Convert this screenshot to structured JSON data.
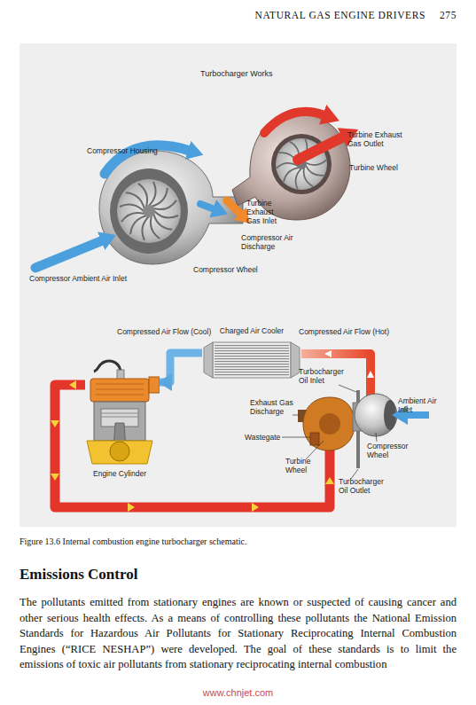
{
  "diagram": {
    "title": "Turbocharger Works",
    "caption": "Figure 13.6 Internal combustion engine turbocharger schematic.",
    "nodes": [
      {
        "text": [
          "Charged Air Cooler"
        ]
      },
      {
        "text": [
          "Engine Cylinder"
        ]
      }
    ],
    "edges": [
      {
        "from": 0,
        "to": 1,
        "arrow": "to",
        "label": "Compressed Air Flow (Cool)"
      }
    ],
    "labels": [
      "NATURAL GAS ENGINE DRIVERS",
      "275",
      "Compressor Housing",
      "Turbine Exhaust Gas Outlet",
      "Turbine Wheel",
      "Turbine Exhaust Gas Inlet",
      "Compressor Air Discharge",
      "Compressor Wheel",
      "Compressor Ambient Air Inlet",
      "Compressed Air Flow (Hot)",
      "Turbocharger Oil Inlet",
      "Ambient Air Inlet",
      "Exhaust Gas Discharge",
      "Wastegate",
      "Compressor Wheel",
      "Turbine Wheel",
      "Turbocharger Oil Outlet",
      "Emissions Control",
      "The pollutants emitted from stationary engines are known or suspected of causing cancer and other serious health effects. As a means of controlling these pollutants the National Emission Standards for Hazardous Air Pollutants for Stationary Reciprocating Internal Combustion Engines (“RICE NESHAP”) were developed. The goal of these standards is to limit the emissions of toxic air pollutants from stationary reciprocating internal combustion",
      "www.chnjet.com"
    ]
  }
}
